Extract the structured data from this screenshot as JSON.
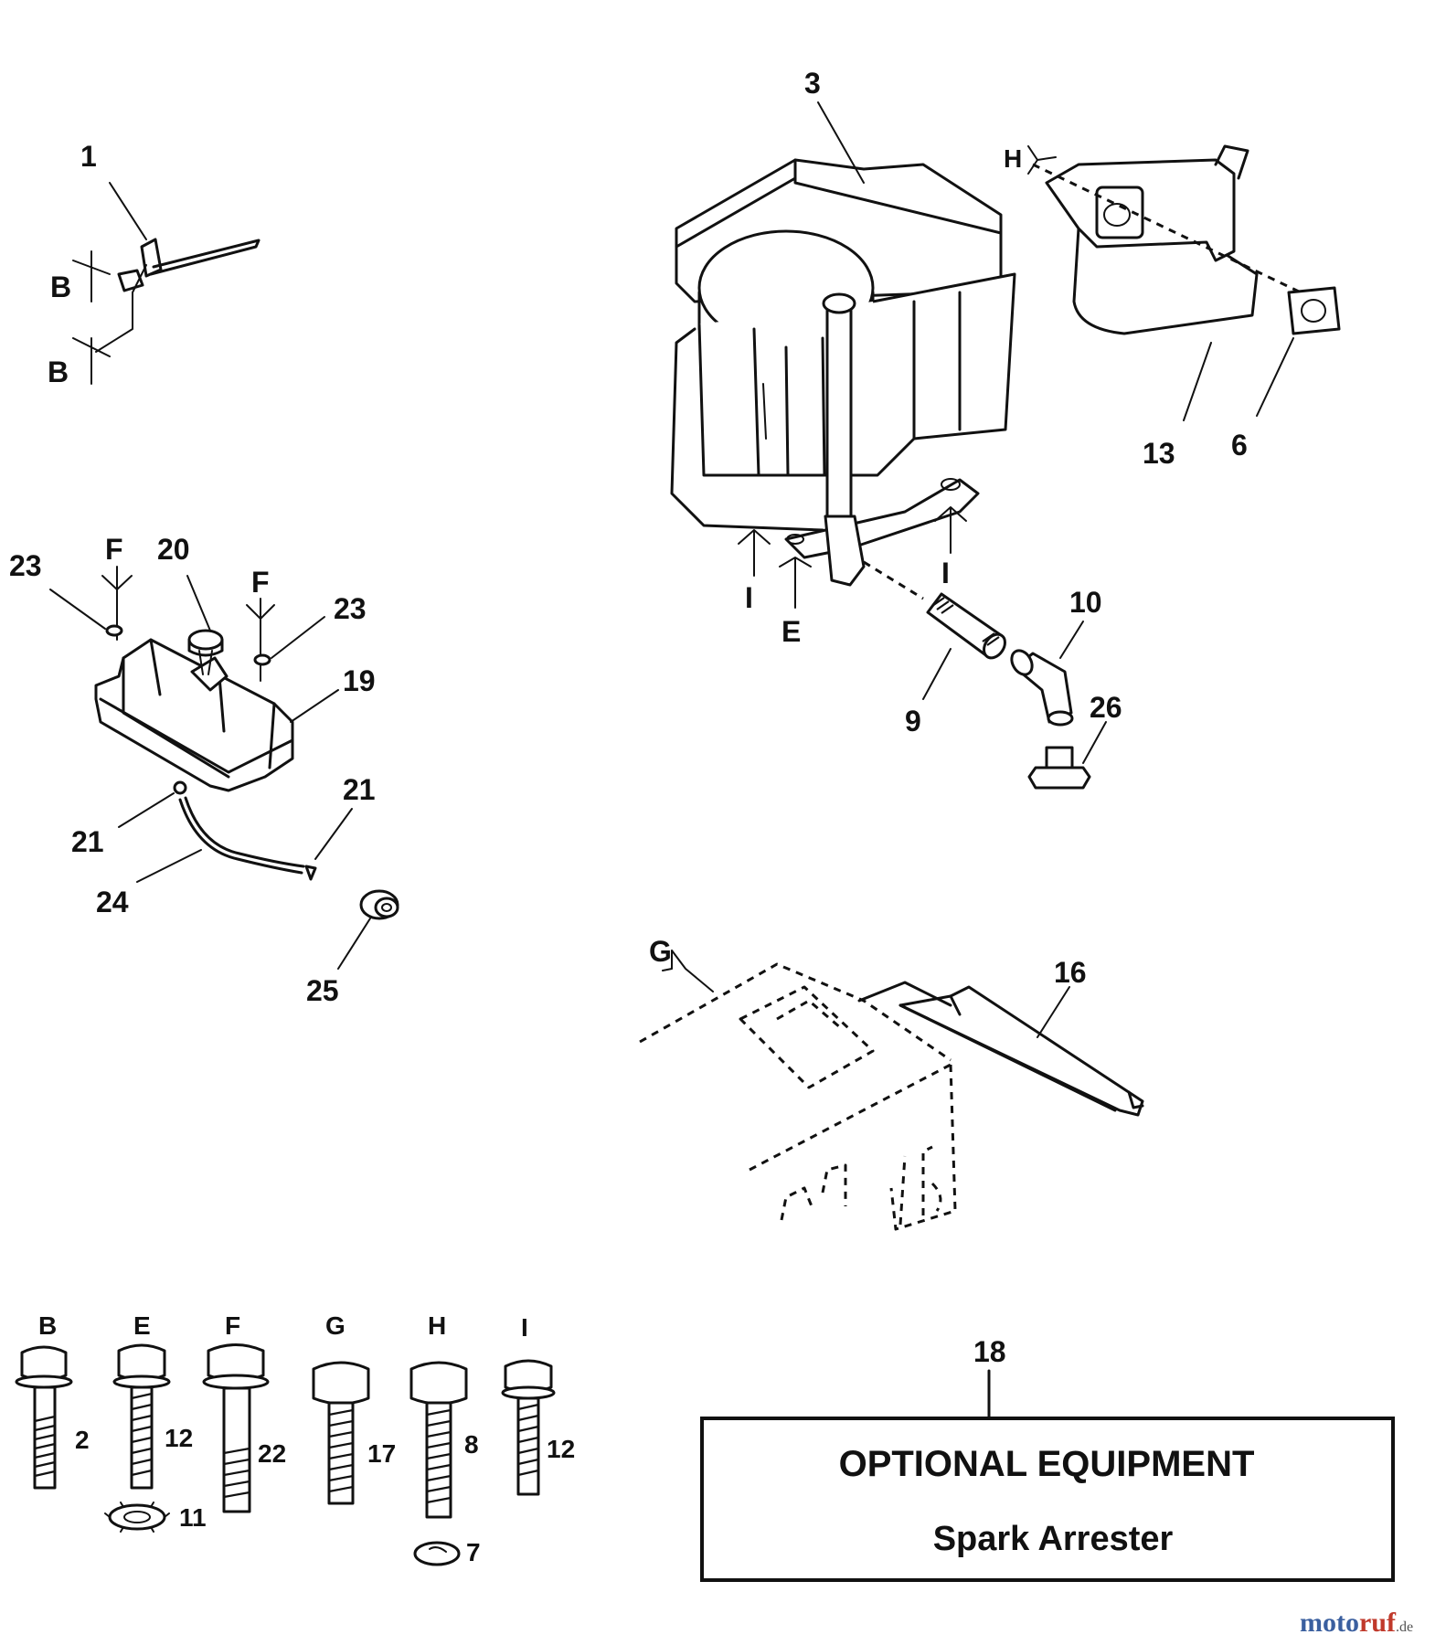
{
  "callouts": {
    "c1": "1",
    "c3": "3",
    "c6": "6",
    "c9": "9",
    "c10": "10",
    "c13": "13",
    "c16": "16",
    "c18": "18",
    "c19": "19",
    "c20": "20",
    "c21a": "21",
    "c21b": "21",
    "c23a": "23",
    "c23b": "23",
    "c24": "24",
    "c25": "25",
    "c26": "26"
  },
  "ref_letters": {
    "b1": "B",
    "b2": "B",
    "e": "E",
    "f1": "F",
    "f2": "F",
    "g": "G",
    "h": "H",
    "i1": "I",
    "i2": "I"
  },
  "hardware": [
    {
      "letter": "B",
      "part": "2"
    },
    {
      "letter": "E",
      "part": "12",
      "washer_part": "11"
    },
    {
      "letter": "F",
      "part": "22"
    },
    {
      "letter": "G",
      "part": "17"
    },
    {
      "letter": "H",
      "part": "8",
      "washer_part": "7"
    },
    {
      "letter": "I",
      "part": "12"
    }
  ],
  "optional_box": {
    "title": "OPTIONAL EQUIPMENT",
    "subtitle": "Spark Arrester"
  },
  "watermark": {
    "part1": "moto",
    "part2": "ruf",
    "suffix": ".de"
  },
  "colors": {
    "ink": "#111111",
    "watermark_blue": "#3a5f9f",
    "watermark_red": "#c0392b"
  }
}
